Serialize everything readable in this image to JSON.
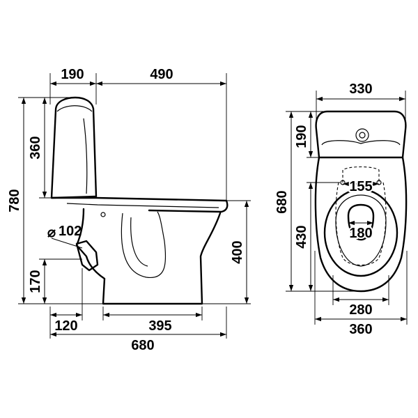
{
  "dimensions": {
    "tank_depth": "190",
    "bowl_length": "490",
    "total_height": "780",
    "tank_height": "360",
    "outlet_diameter": "102",
    "outlet_height": "170",
    "outlet_offset": "120",
    "foot_length": "395",
    "total_length": "680",
    "seat_height": "400",
    "top_width": "330",
    "top_tank_depth": "190",
    "top_length": "680",
    "bolt_spacing": "155",
    "opening_width": "180",
    "rim_to_back": "430",
    "foot_width": "280",
    "total_width": "360"
  }
}
